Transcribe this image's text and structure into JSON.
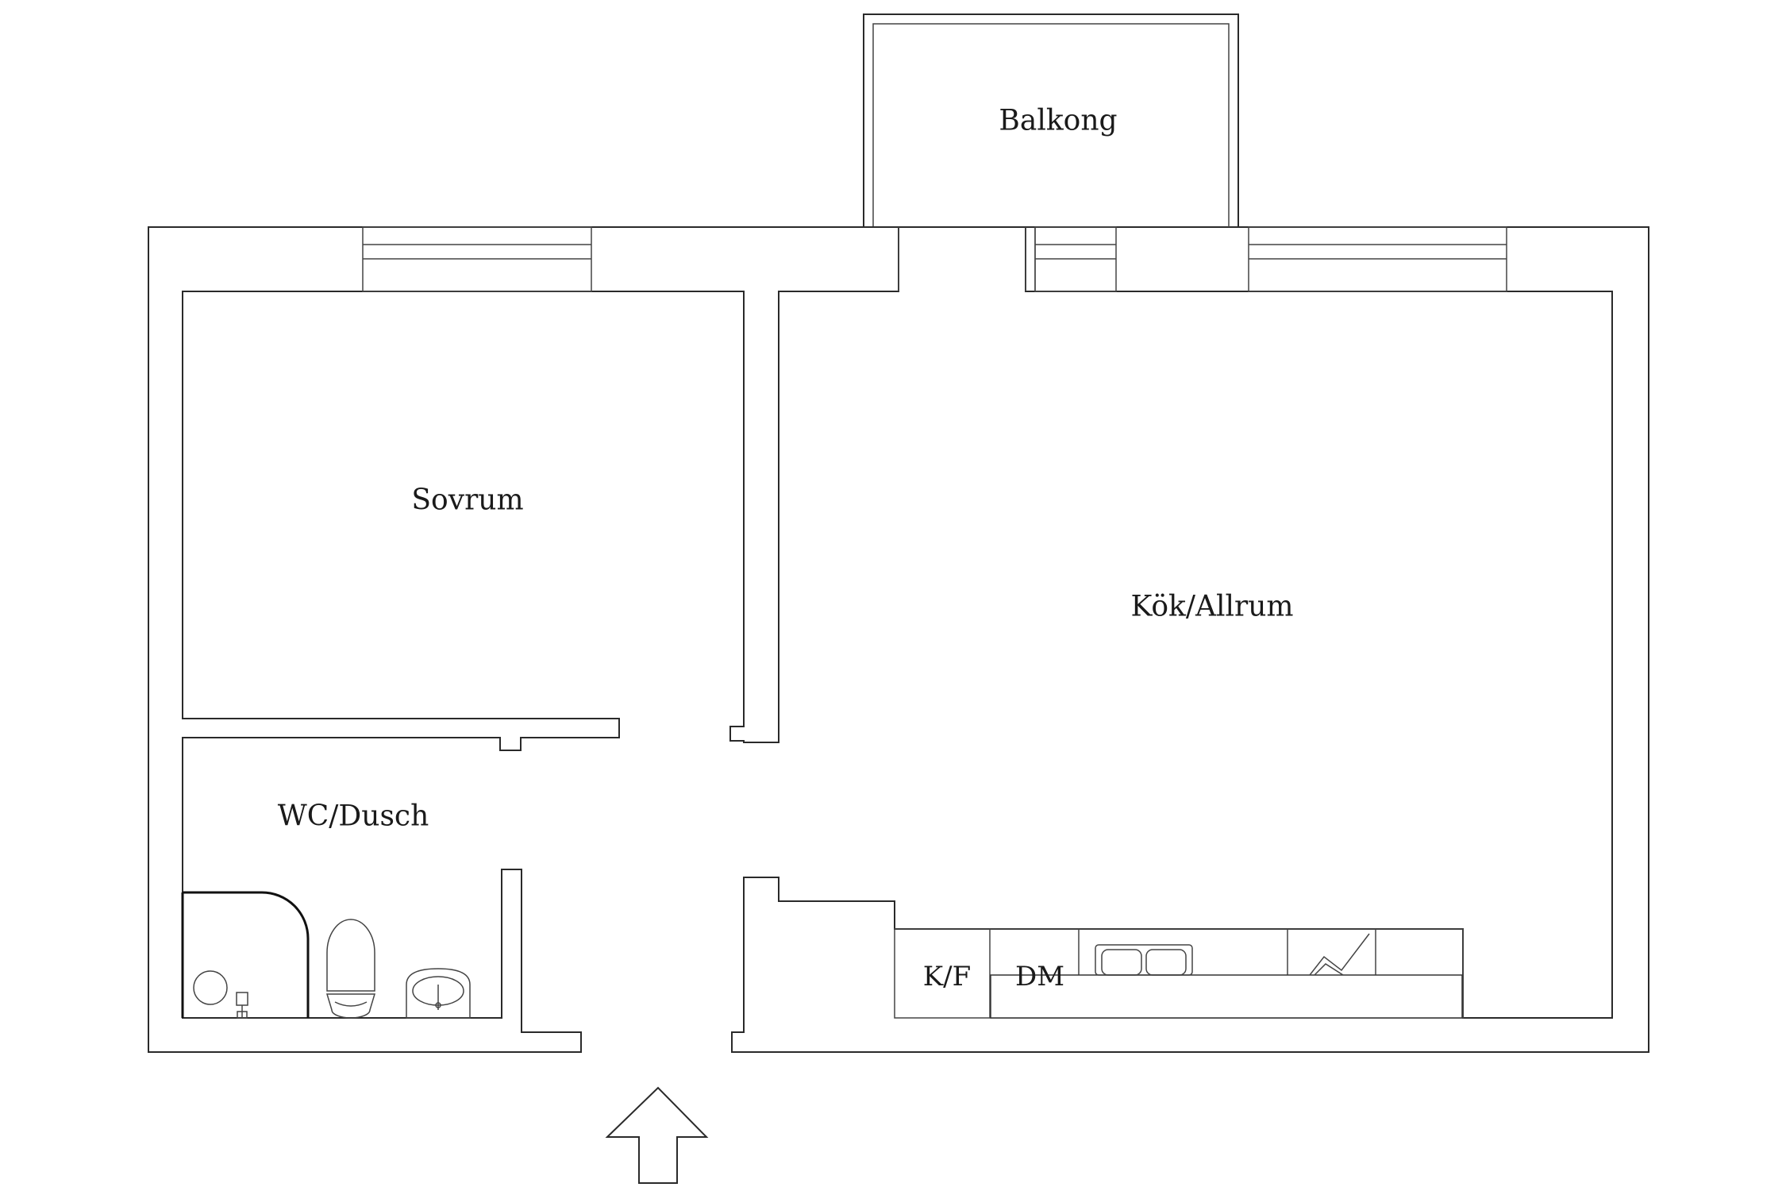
{
  "rooms": {
    "balcony": "Balkong",
    "bedroom": "Sovrum",
    "kitchen_living": "Kök/Allrum",
    "bathroom": "WC/Dusch"
  },
  "kitchen_appliances": {
    "fridge_freezer": "K/F",
    "dishwasher": "DM"
  },
  "colors": {
    "line": "#2a2a2a",
    "background": "#ffffff"
  }
}
